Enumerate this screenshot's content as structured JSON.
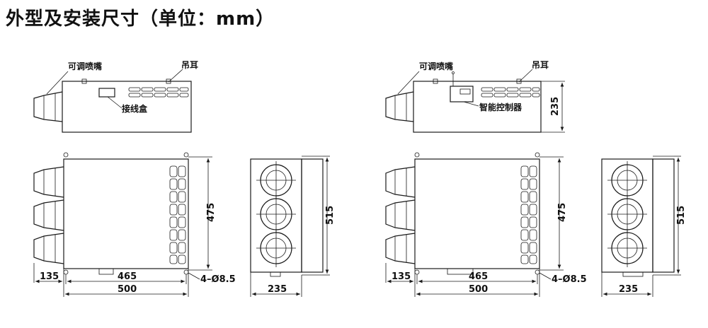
{
  "title": "外型及安装尺寸（单位：mm）",
  "labels": {
    "nozzle": "可调喷嘴",
    "lifting_ear": "吊耳",
    "junction_box": "接线盒",
    "smart_controller": "智能控制器"
  },
  "dimensions": {
    "side_height": "235",
    "front_height": "475",
    "end_height": "515",
    "nozzle_length": "135",
    "hole_spacing": "465",
    "body_width": "500",
    "mount_holes": "4–Ø8.5",
    "end_width": "235"
  }
}
